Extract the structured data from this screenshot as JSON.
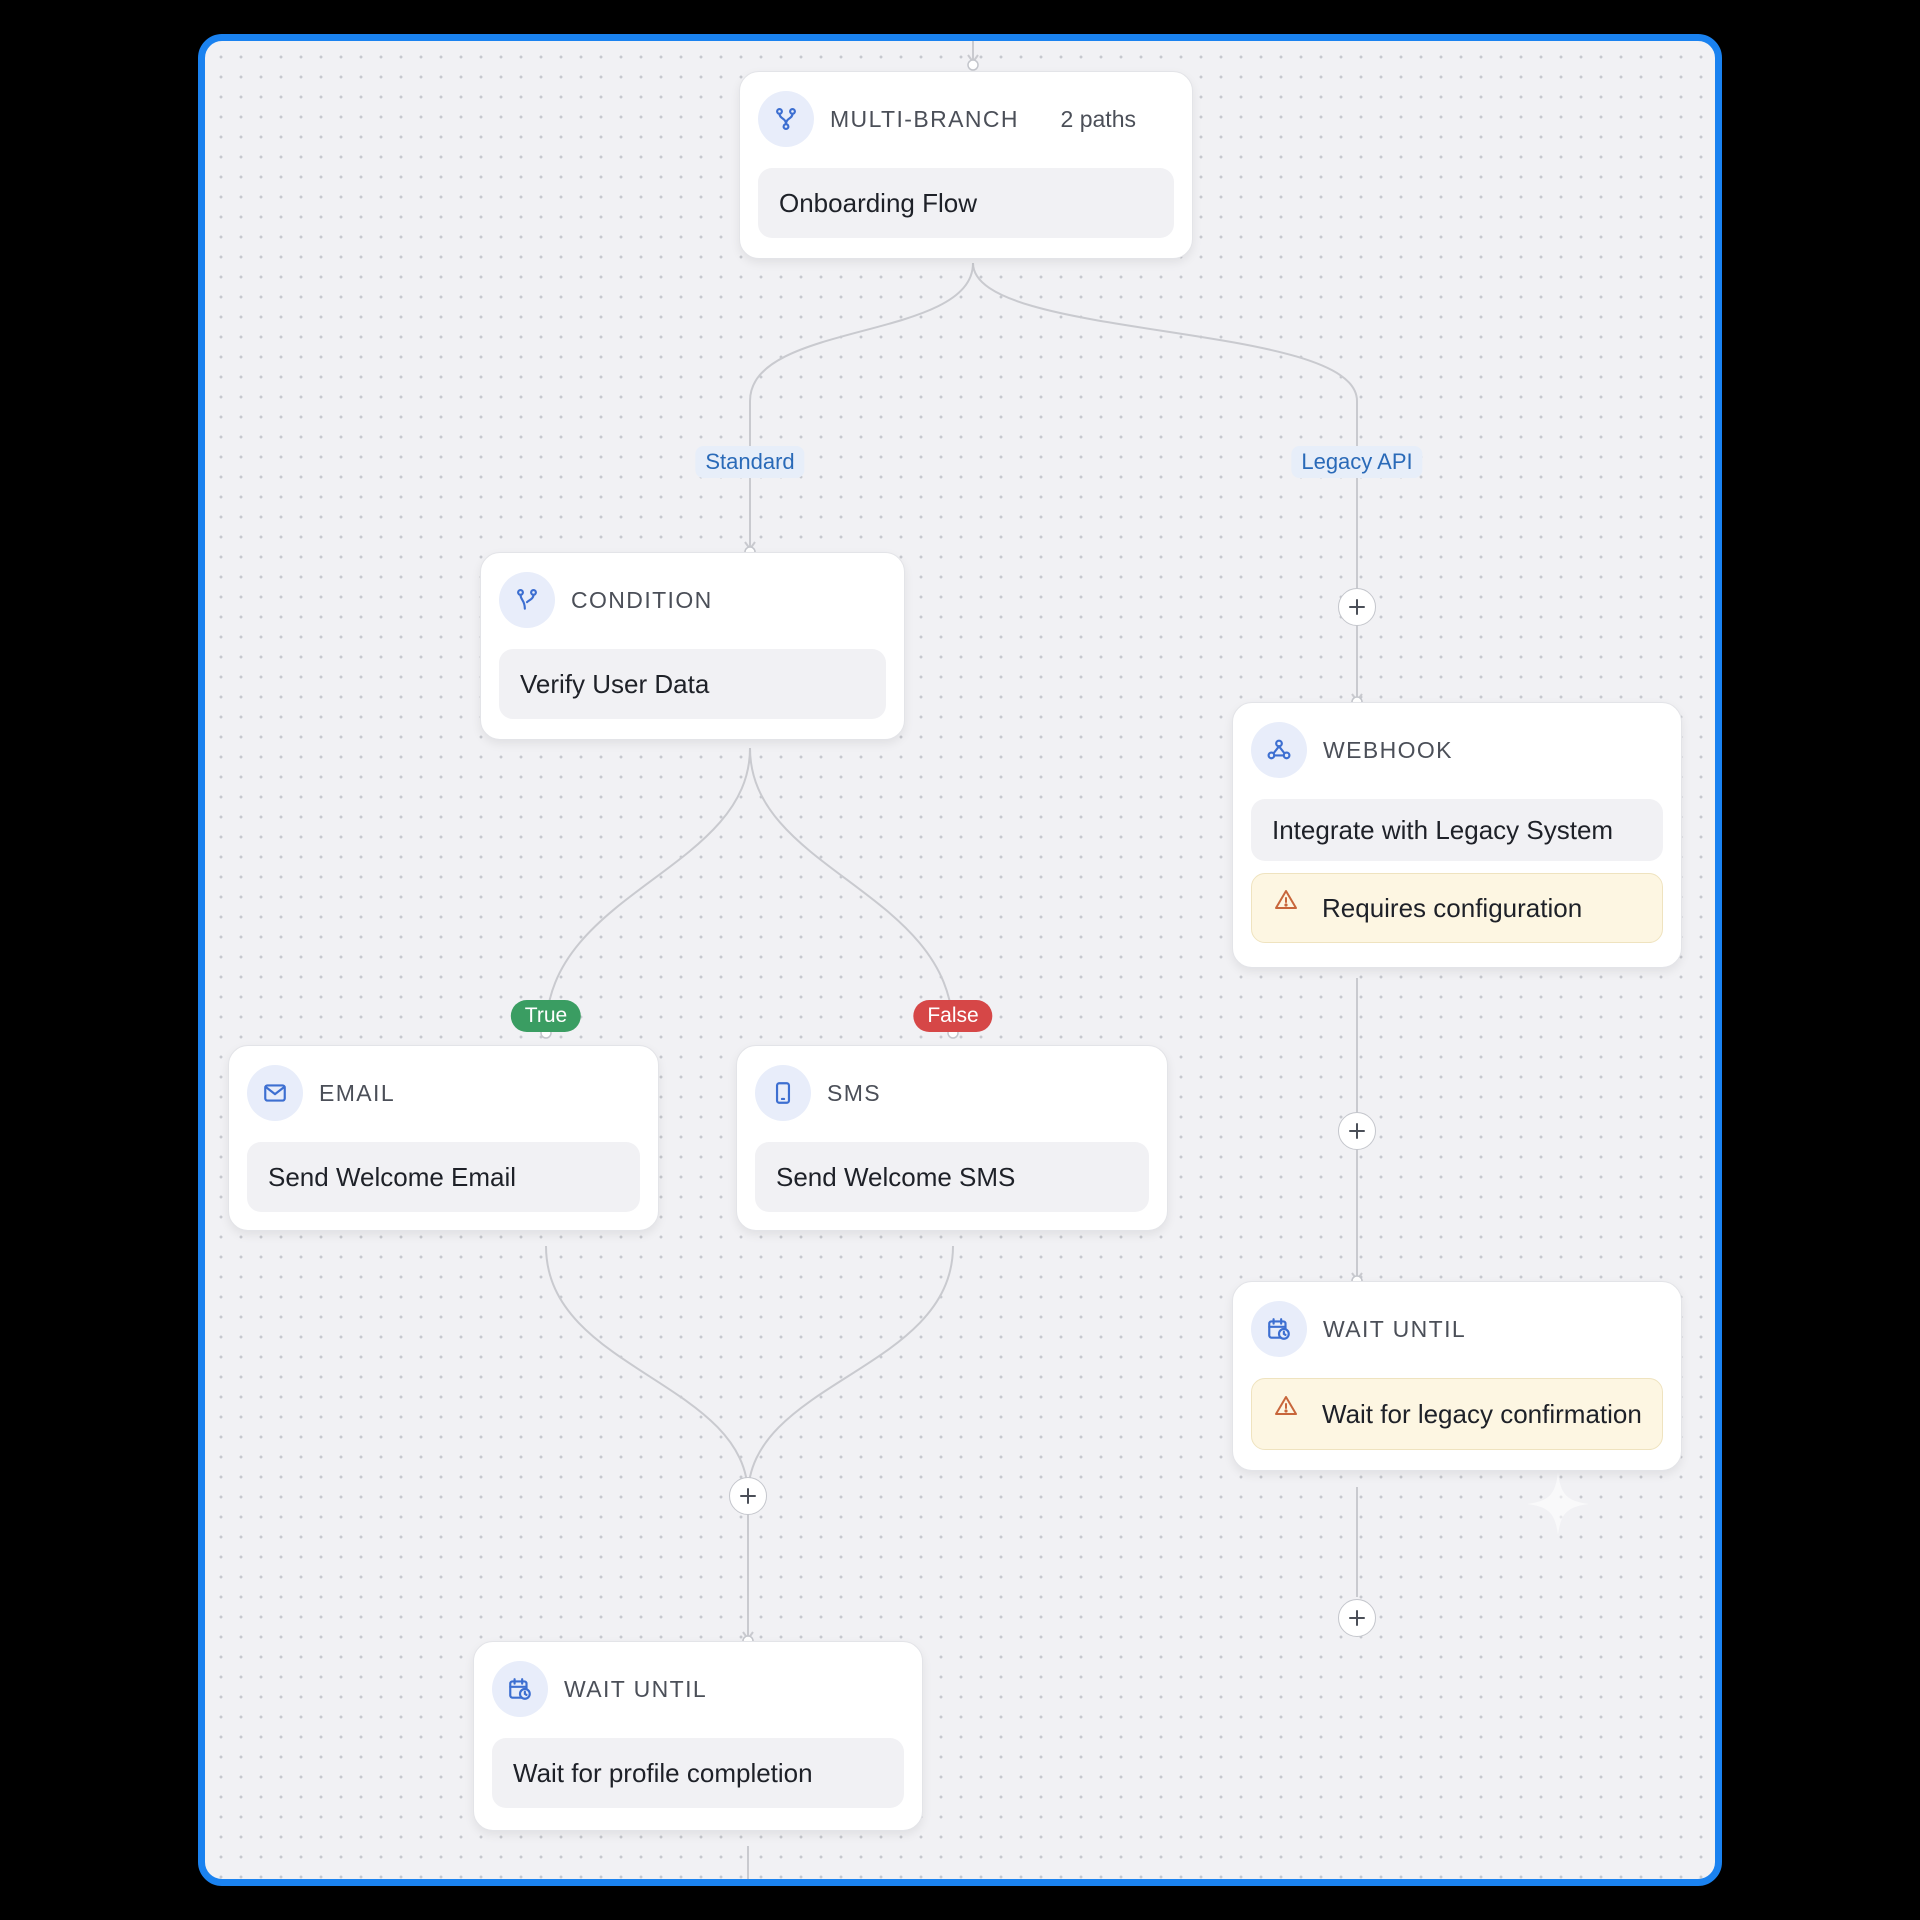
{
  "colors": {
    "frame": "#1a82f0",
    "canvas": "#f1f1f4",
    "icon_accent": "#3d6fd1",
    "true_pill": "#3a9d62",
    "false_pill": "#d64747",
    "warning_bg": "#fdf6e2",
    "warning_icon": "#c8663b"
  },
  "nodes": {
    "multi_branch": {
      "type": "MULTI-BRANCH",
      "meta": "2 paths",
      "title": "Onboarding Flow",
      "icon": "branch-icon"
    },
    "condition": {
      "type": "CONDITION",
      "title": "Verify User Data",
      "icon": "split-icon"
    },
    "webhook": {
      "type": "WEBHOOK",
      "title": "Integrate with Legacy System",
      "warning": "Requires configuration",
      "icon": "webhook-icon"
    },
    "email": {
      "type": "EMAIL",
      "title": "Send Welcome Email",
      "icon": "mail-icon"
    },
    "sms": {
      "type": "SMS",
      "title": "Send Welcome SMS",
      "icon": "phone-icon"
    },
    "wait_legacy": {
      "type": "WAIT UNTIL",
      "warning": "Wait for legacy confirmation",
      "icon": "calendar-clock-icon"
    },
    "wait_profile": {
      "type": "WAIT UNTIL",
      "title": "Wait for profile completion",
      "icon": "calendar-clock-icon"
    }
  },
  "edge_labels": {
    "standard": "Standard",
    "legacy_api": "Legacy API",
    "true": "True",
    "false": "False"
  }
}
